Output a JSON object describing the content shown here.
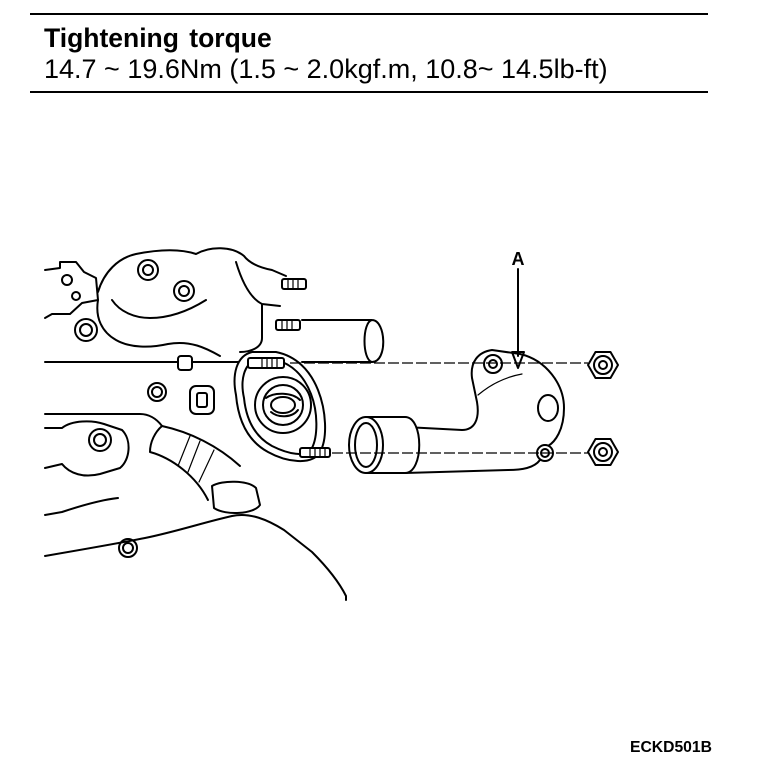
{
  "header": {
    "title": "Tightening torque",
    "spec": "14.7 ~ 19.6Nm (1.5 ~ 2.0kgf.m, 10.8~ 14.5lb-ft)"
  },
  "diagram": {
    "callout_label": "A"
  },
  "figure_code": "ECKD501B",
  "colors": {
    "line": "#000000",
    "background": "#ffffff"
  }
}
